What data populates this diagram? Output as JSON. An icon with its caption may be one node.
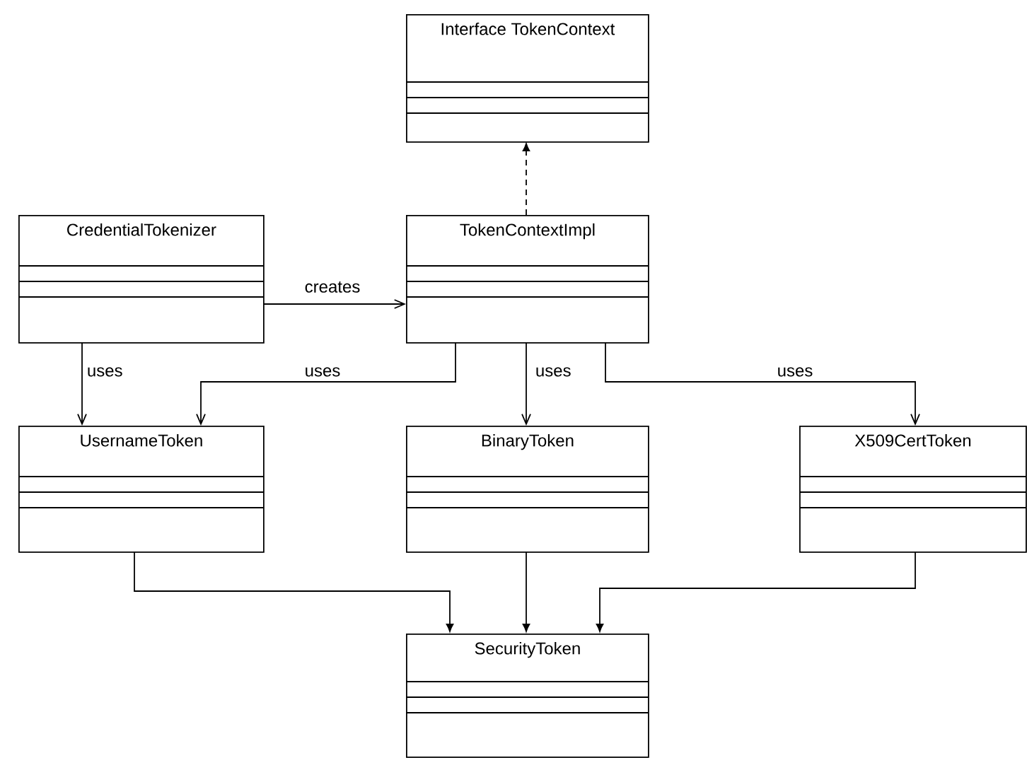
{
  "diagram": {
    "nodes": [
      {
        "text": [
          "Interface TokenContext"
        ]
      },
      {
        "text": [
          "CredentialTokenizer"
        ]
      },
      {
        "text": [
          "TokenContextImpl"
        ]
      },
      {
        "text": [
          "UsernameToken"
        ]
      },
      {
        "text": [
          "BinaryToken"
        ]
      },
      {
        "text": [
          "X509CertToken"
        ]
      },
      {
        "text": [
          "SecurityToken"
        ]
      }
    ],
    "edges": [
      {
        "from": 2,
        "to": 0,
        "arrow": "to",
        "style": "dashed"
      },
      {
        "from": 1,
        "to": 2,
        "arrow": "to",
        "label": "creates"
      },
      {
        "from": 1,
        "to": 3,
        "arrow": "to",
        "label": "uses"
      },
      {
        "from": 2,
        "to": 3,
        "arrow": "to",
        "label": "uses"
      },
      {
        "from": 2,
        "to": 4,
        "arrow": "to",
        "label": "uses"
      },
      {
        "from": 2,
        "to": 5,
        "arrow": "to",
        "label": "uses"
      },
      {
        "from": 3,
        "to": 6,
        "arrow": "to"
      },
      {
        "from": 4,
        "to": 6,
        "arrow": "to"
      },
      {
        "from": 5,
        "to": 6,
        "arrow": "to"
      }
    ]
  }
}
